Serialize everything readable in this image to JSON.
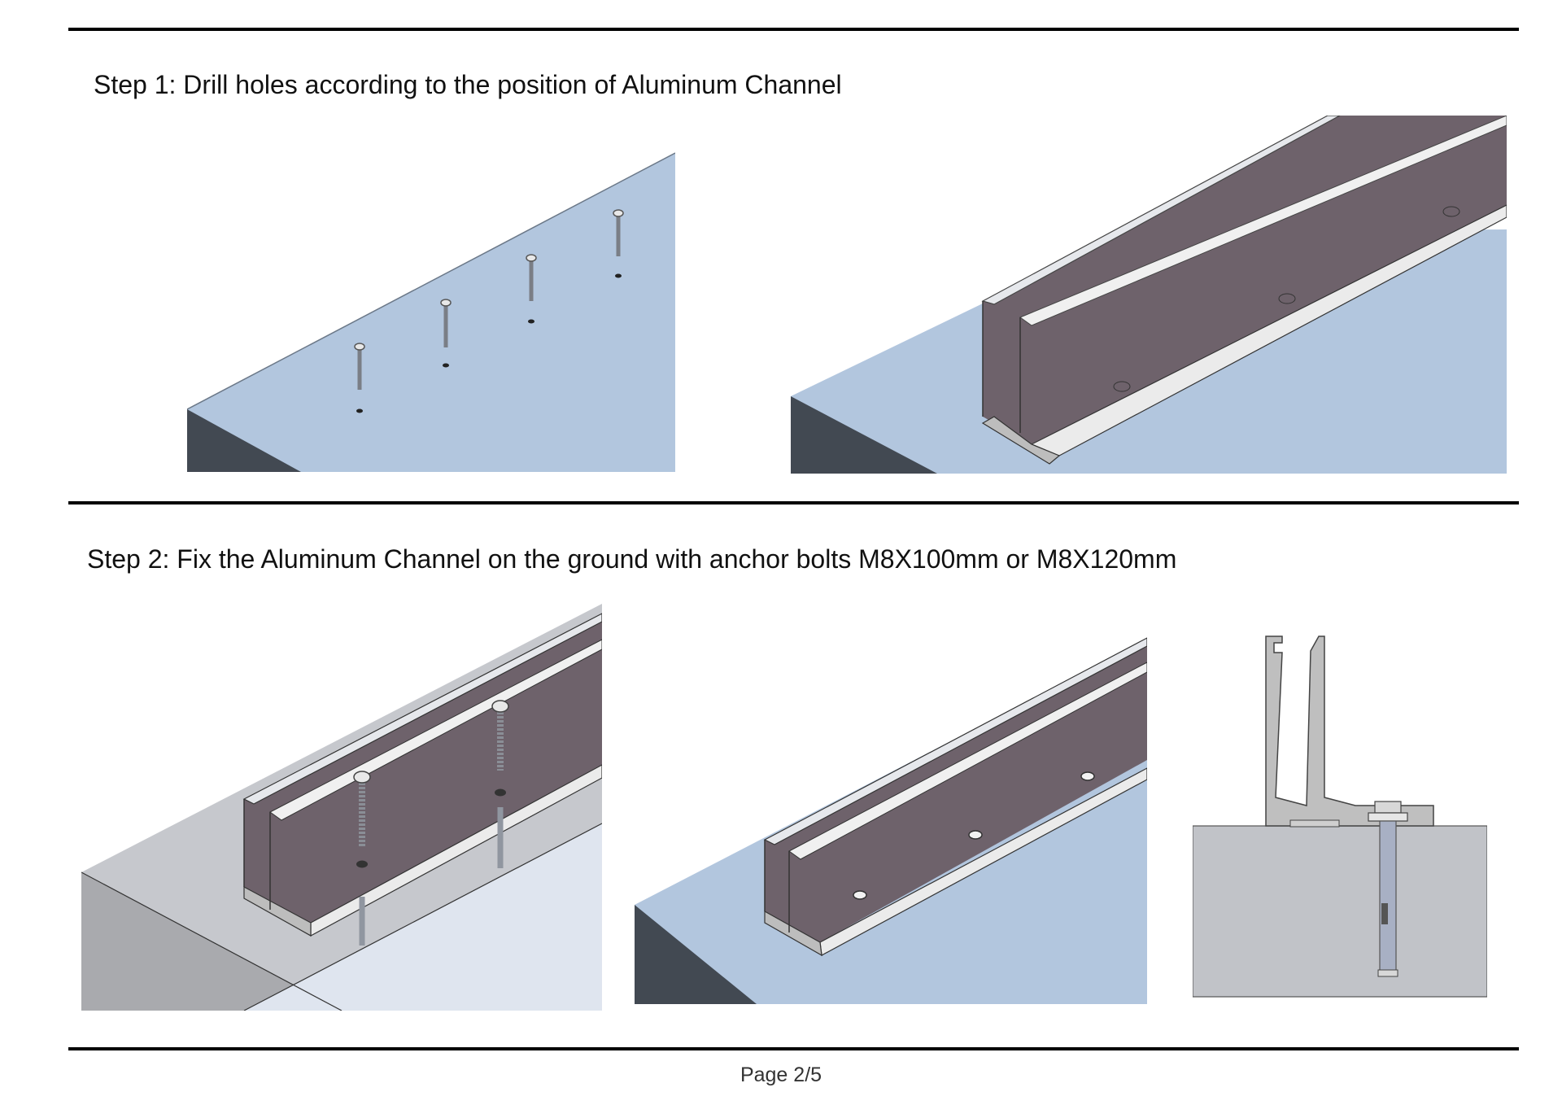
{
  "steps": [
    {
      "title": "Step 1: Drill holes according to the position of Aluminum Channel"
    },
    {
      "title": "Step 2: Fix the Aluminum Channel on the ground with anchor bolts M8X100mm or M8X120mm"
    }
  ],
  "figures": [
    {
      "id": "step1-anchors-in-slab",
      "description": "slab-with-anchors"
    },
    {
      "id": "step1-channel-on-slab",
      "description": "channel-on-slab"
    },
    {
      "id": "step2-channel-bolted",
      "description": "channel-with-bolts"
    },
    {
      "id": "step2-channel-fixed",
      "description": "channel-fixed"
    },
    {
      "id": "step2-section-view",
      "description": "cross-section"
    }
  ],
  "colors": {
    "slab_top": "#b2c6de",
    "slab_side": "#424952",
    "channel_face": "#6e626b",
    "channel_edge": "#e8e8ea",
    "grey_slab_top": "#c6c8cd",
    "grey_slab_side": "#a9aaae",
    "transparent_slab": "#dfe5ef",
    "section_concrete": "#c1c3c8",
    "section_profile": "#bfbfbf"
  },
  "footer": {
    "page": "Page 2/5"
  }
}
